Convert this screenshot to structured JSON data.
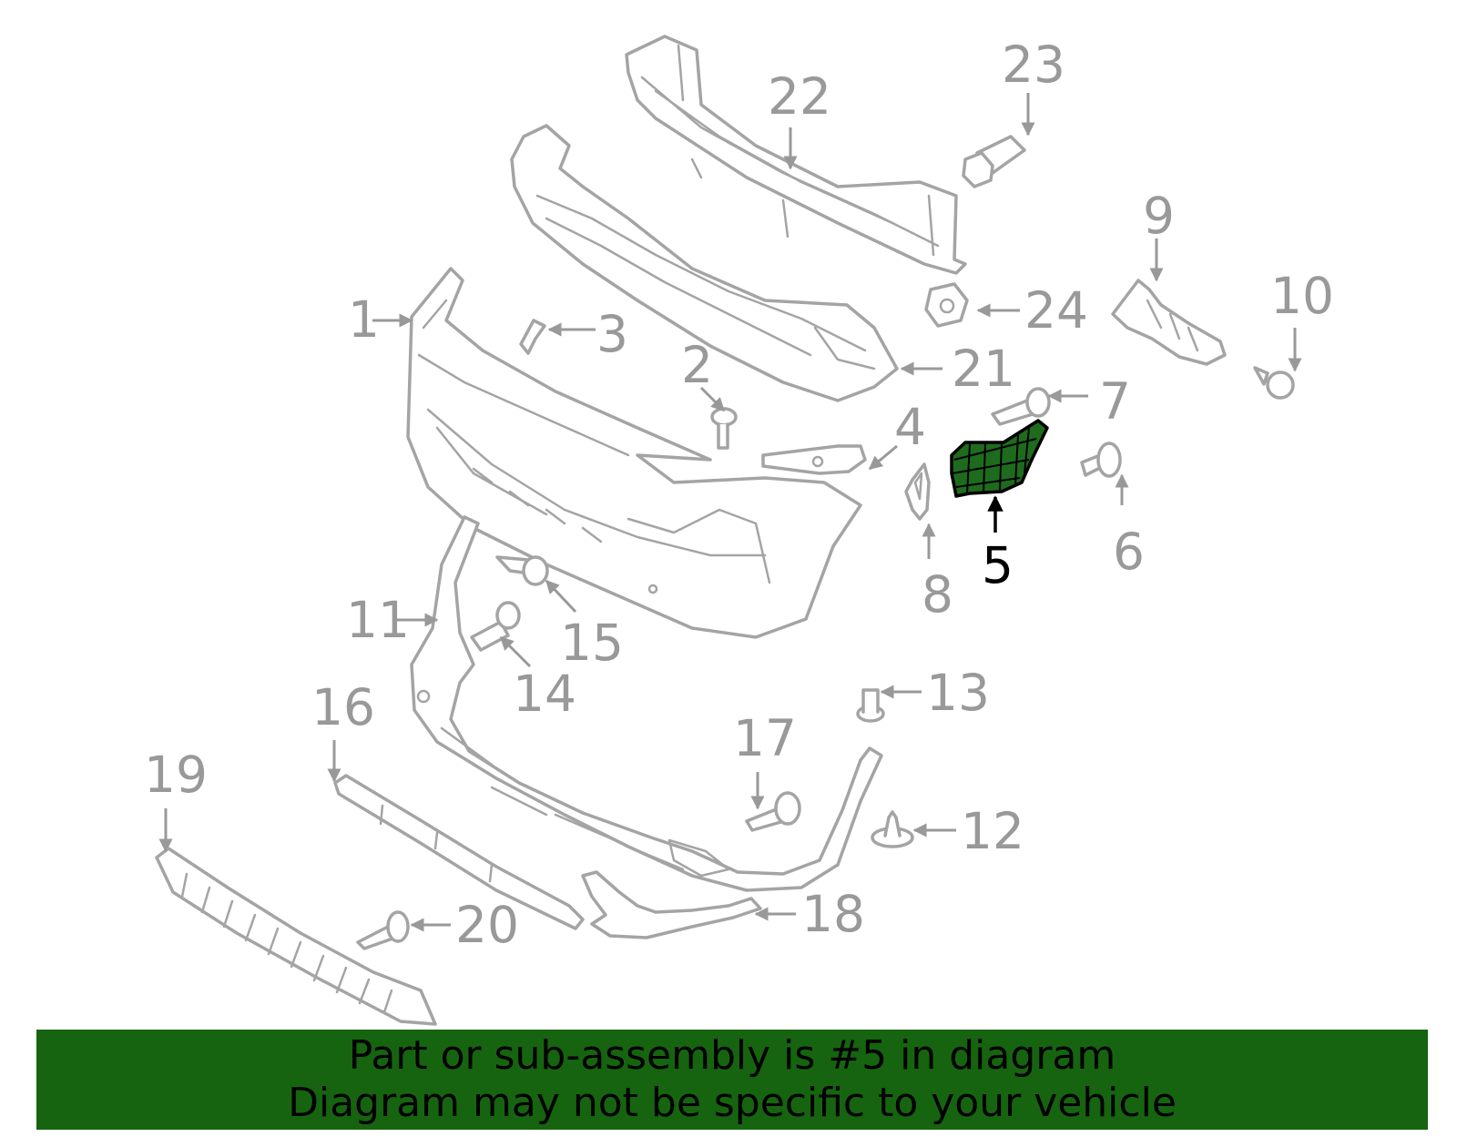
{
  "diagram": {
    "highlighted_part": "5",
    "highlight_color": "#1e6b1e",
    "callouts": [
      "1",
      "2",
      "3",
      "4",
      "5",
      "6",
      "7",
      "8",
      "9",
      "10",
      "11",
      "12",
      "13",
      "14",
      "15",
      "16",
      "17",
      "18",
      "19",
      "20",
      "21",
      "22",
      "23",
      "24"
    ]
  },
  "banner": {
    "line1": "Part or sub-assembly is #5 in diagram",
    "line2": "Diagram may not be specific to your vehicle",
    "background": "#16640f"
  }
}
